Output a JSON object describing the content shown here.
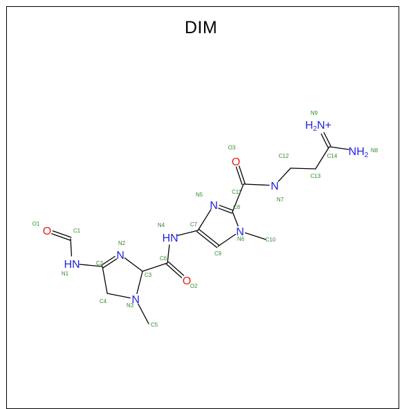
{
  "title": "DIM",
  "colors": {
    "bond": "#000000",
    "nitrogen": "#1f22e6",
    "oxygen": "#e6201c",
    "label": "#2e8b2e",
    "frame": "#000000"
  },
  "atoms": [
    {
      "symbol": "O",
      "label": "O1",
      "element": "oxygen"
    },
    {
      "symbol": "",
      "label": "C1",
      "element": "carbon"
    },
    {
      "symbol": "HN",
      "label": "N1",
      "element": "nitrogen"
    },
    {
      "symbol": "",
      "label": "C2",
      "element": "carbon"
    },
    {
      "symbol": "N",
      "label": "N2",
      "element": "nitrogen"
    },
    {
      "symbol": "",
      "label": "C3",
      "element": "carbon"
    },
    {
      "symbol": "",
      "label": "C4",
      "element": "carbon"
    },
    {
      "symbol": "N",
      "label": "N3",
      "element": "nitrogen"
    },
    {
      "symbol": "",
      "label": "C5",
      "element": "carbon"
    },
    {
      "symbol": "",
      "label": "C6",
      "element": "carbon"
    },
    {
      "symbol": "O",
      "label": "O2",
      "element": "oxygen"
    },
    {
      "symbol": "HN",
      "label": "N4",
      "element": "nitrogen"
    },
    {
      "symbol": "",
      "label": "C7",
      "element": "carbon"
    },
    {
      "symbol": "N",
      "label": "N5",
      "element": "nitrogen"
    },
    {
      "symbol": "",
      "label": "C8",
      "element": "carbon"
    },
    {
      "symbol": "N",
      "label": "N6",
      "element": "nitrogen"
    },
    {
      "symbol": "",
      "label": "C9",
      "element": "carbon"
    },
    {
      "symbol": "",
      "label": "C10",
      "element": "carbon"
    },
    {
      "symbol": "",
      "label": "C11",
      "element": "carbon"
    },
    {
      "symbol": "O",
      "label": "O3",
      "element": "oxygen"
    },
    {
      "symbol": "N",
      "label": "N7",
      "element": "nitrogen"
    },
    {
      "symbol": "",
      "label": "C12",
      "element": "carbon"
    },
    {
      "symbol": "",
      "label": "C13",
      "element": "carbon"
    },
    {
      "symbol": "",
      "label": "C14",
      "element": "carbon"
    },
    {
      "symbol": "H2N+",
      "label": "N9",
      "element": "nitrogen"
    },
    {
      "symbol": "NH2",
      "label": "N8",
      "element": "nitrogen"
    }
  ],
  "bonds": [
    {
      "from": "O1",
      "to": "C1",
      "order": 2
    },
    {
      "from": "C1",
      "to": "N1",
      "order": 1
    },
    {
      "from": "N1",
      "to": "C2",
      "order": 1
    },
    {
      "from": "C2",
      "to": "N2",
      "order": 2
    },
    {
      "from": "N2",
      "to": "C3",
      "order": 1
    },
    {
      "from": "C3",
      "to": "N3",
      "order": 1
    },
    {
      "from": "N3",
      "to": "C4",
      "order": 1
    },
    {
      "from": "C4",
      "to": "C2",
      "order": 1
    },
    {
      "from": "N3",
      "to": "C5",
      "order": 1
    },
    {
      "from": "C3",
      "to": "C6",
      "order": 1
    },
    {
      "from": "C6",
      "to": "O2",
      "order": 2
    },
    {
      "from": "C6",
      "to": "N4",
      "order": 1
    },
    {
      "from": "N4",
      "to": "C7",
      "order": 1
    },
    {
      "from": "C7",
      "to": "N5",
      "order": 1
    },
    {
      "from": "N5",
      "to": "C8",
      "order": 2
    },
    {
      "from": "C8",
      "to": "N6",
      "order": 1
    },
    {
      "from": "N6",
      "to": "C9",
      "order": 1
    },
    {
      "from": "C9",
      "to": "C7",
      "order": 2
    },
    {
      "from": "N6",
      "to": "C10",
      "order": 1
    },
    {
      "from": "C8",
      "to": "C11",
      "order": 1
    },
    {
      "from": "C11",
      "to": "O3",
      "order": 2
    },
    {
      "from": "C11",
      "to": "N7",
      "order": 1
    },
    {
      "from": "N7",
      "to": "C12",
      "order": 1
    },
    {
      "from": "C12",
      "to": "C13",
      "order": 1
    },
    {
      "from": "C13",
      "to": "C14",
      "order": 1
    },
    {
      "from": "C14",
      "to": "N9",
      "order": 2
    },
    {
      "from": "C14",
      "to": "N8",
      "order": 1
    }
  ]
}
